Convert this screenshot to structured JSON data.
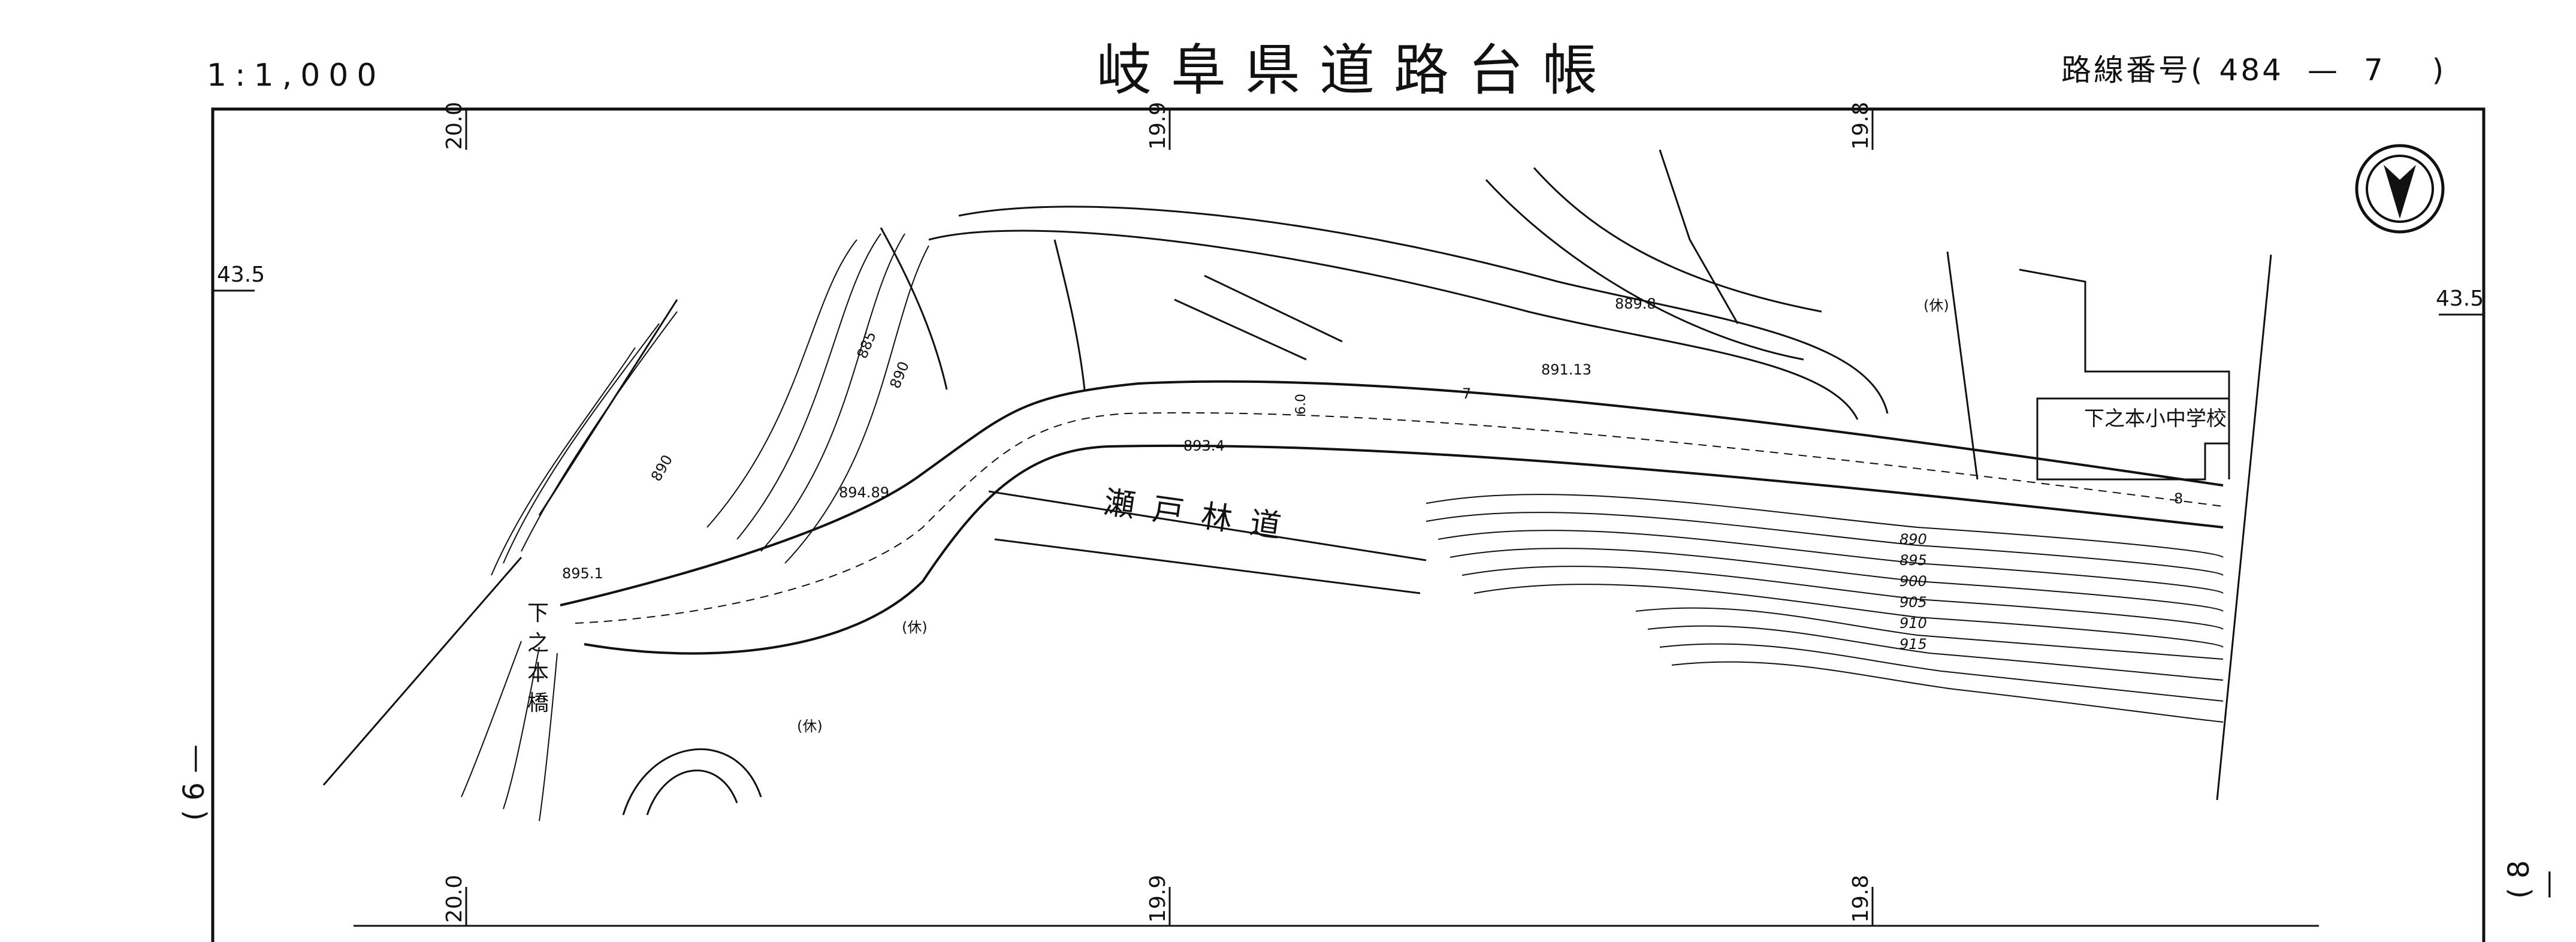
{
  "header": {
    "scale": "1:1,000",
    "title": "岐阜県道路台帳",
    "route_label": "路線番号",
    "route_number": "484",
    "sheet_number": "7"
  },
  "side_labels": {
    "left": "( 6 —",
    "right": "( 8 —"
  },
  "grid": {
    "top_ticks": [
      "20.0",
      "19.9",
      "19.8"
    ],
    "bottom_ticks": [
      "20.0",
      "19.9",
      "19.8"
    ],
    "left_tick": "43.5",
    "right_tick": "43.5"
  },
  "map_labels": {
    "road_name": "瀬戸林道",
    "bridge_name": "下之本橋",
    "school_name": "下之本小中学校",
    "rest_labels": [
      "(休)",
      "(休)",
      "(休)"
    ],
    "elevations": [
      "895.1",
      "894.89",
      "893.4",
      "891.13",
      "889.8"
    ],
    "contours": [
      "885",
      "890",
      "890",
      "890",
      "895",
      "900",
      "905",
      "910",
      "915"
    ],
    "road_width": "6.0",
    "misc_numbers": [
      "7",
      "8"
    ]
  }
}
